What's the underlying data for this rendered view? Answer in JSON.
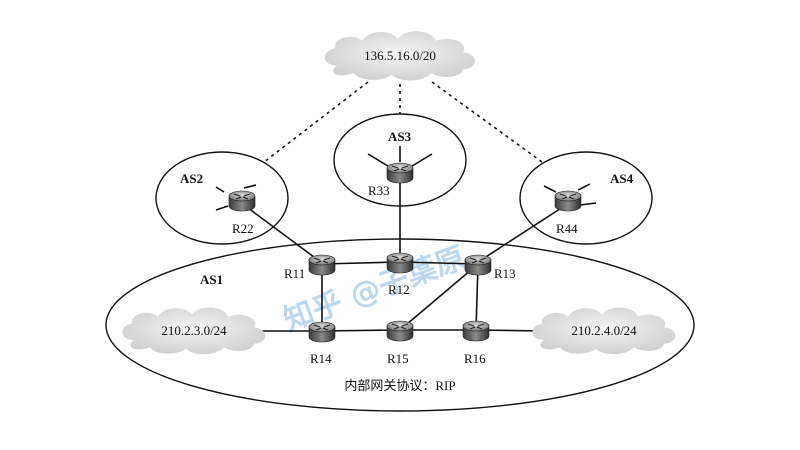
{
  "clouds": {
    "top": "136.5.16.0/20",
    "left": "210.2.3.0/24",
    "right": "210.2.4.0/24"
  },
  "as_labels": {
    "as1": "AS1",
    "as2": "AS2",
    "as3": "AS3",
    "as4": "AS4"
  },
  "routers": {
    "r11": "R11",
    "r12": "R12",
    "r13": "R13",
    "r14": "R14",
    "r15": "R15",
    "r16": "R16",
    "r22": "R22",
    "r33": "R33",
    "r44": "R44"
  },
  "protocol_note": "内部网关协议：RIP",
  "watermark": "知乎 @子葉原"
}
